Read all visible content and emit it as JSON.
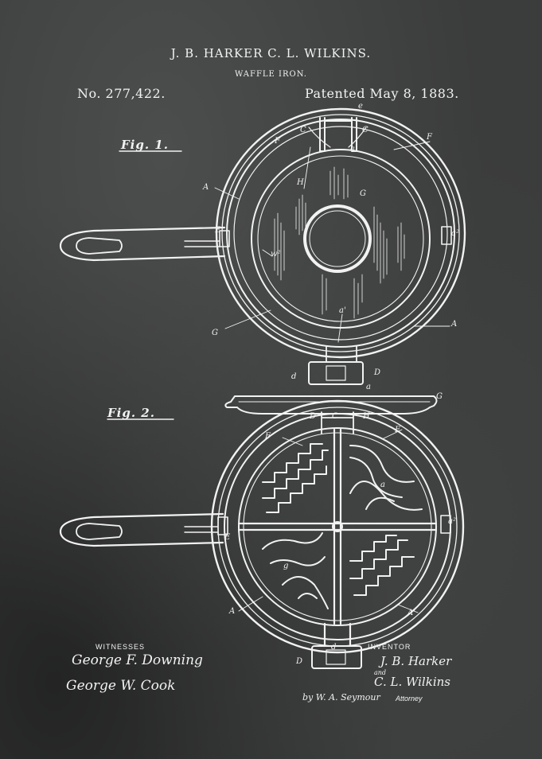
{
  "header": {
    "names": "J. B. HARKER C. L. WILKINS.",
    "subtitle": "WAFFLE IRON.",
    "patent_number": "No. 277,422.",
    "patent_date": "Patented May 8, 1883."
  },
  "figures": {
    "fig1_label": "Fig. 1.",
    "fig2_label": "Fig. 2."
  },
  "labels": {
    "fig1": [
      "e",
      "C",
      "C",
      "F",
      "a",
      "F",
      "A",
      "H",
      "G",
      "E",
      "a²",
      "w²",
      "a'",
      "G",
      "A",
      "d",
      "D"
    ],
    "fig2": [
      "a",
      "G",
      "D",
      "C",
      "H",
      "F",
      "E",
      "a",
      "a²",
      "E",
      "g",
      "A",
      "A'",
      "D",
      "d"
    ]
  },
  "signatures": {
    "witnesses_heading": "WITNESSES",
    "witness_1": "George F. Downing",
    "witness_2": "George W. Cook",
    "inventor_heading": "INVENTOR",
    "inventor_1": "J. B. Harker",
    "inventor_and": "and",
    "inventor_2": "C. L. Wilkins",
    "attorney_signature": "by W. A. Seymour",
    "attorney_word": "Attorney"
  },
  "colors": {
    "ink": "#f2f2f2",
    "background": "#3b3c3c"
  }
}
